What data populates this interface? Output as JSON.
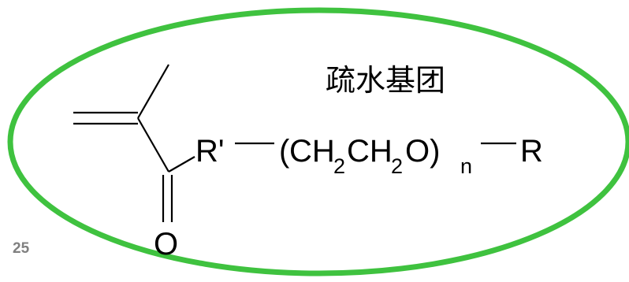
{
  "colors": {
    "ellipse_stroke": "#3fc23f",
    "ink": "#000000",
    "page_number": "#808080"
  },
  "labels": {
    "hydrophobic_group": "疏水基团",
    "page_number": "25"
  },
  "formula": {
    "r_prime": "R'",
    "open_paren": "(",
    "ch_1": "CH",
    "sub_1": "2",
    "ch_2": "CH",
    "sub_2": "2",
    "oxygen_close": "O)",
    "repeat_n": "n",
    "r_end": "R",
    "carbonyl_o": "O"
  }
}
